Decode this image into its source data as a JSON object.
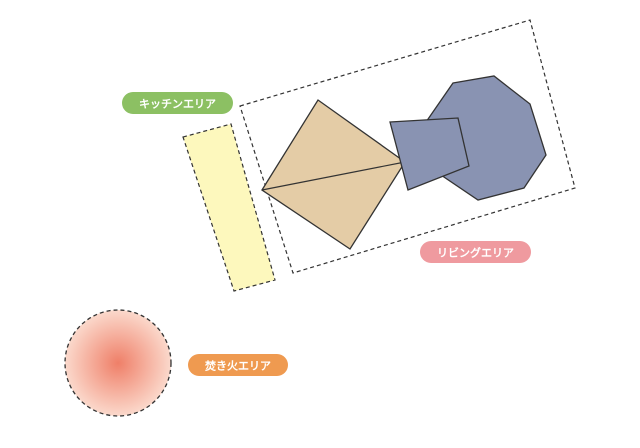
{
  "areas": {
    "kitchen": {
      "label": "キッチンエリア",
      "color": "#8cc063"
    },
    "living": {
      "label": "リビングエリア",
      "color": "#ef9a9f"
    },
    "campfire": {
      "label": "焚き火エリア",
      "color": "#ef9a50"
    }
  },
  "colors": {
    "kitchen_counter": "#fdf8bd",
    "tan_shape": "#e4cca6",
    "blue_gray_shape": "#8993b2",
    "campfire_center": "#ef7f68",
    "campfire_edge": "#fde3d7"
  }
}
